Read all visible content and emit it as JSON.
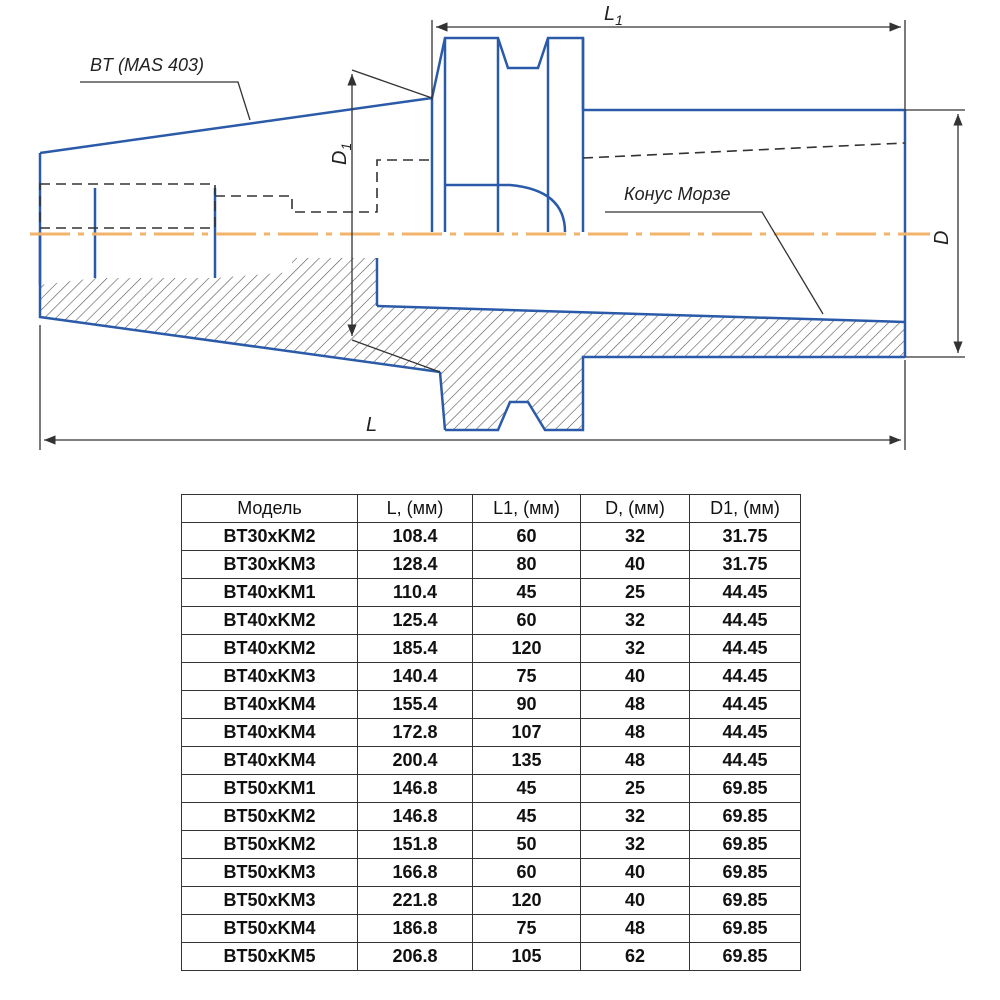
{
  "drawing": {
    "labels": {
      "bt": "BT (MAS 403)",
      "morse": "Конус Морзе",
      "l1": "L",
      "l1_sub": "1",
      "d1": "D",
      "d1_sub": "1",
      "d": "D",
      "l": "L"
    },
    "colors": {
      "outline": "#2a5aa8",
      "axis": "#f2b36b",
      "dim": "#333333"
    }
  },
  "table": {
    "headers": [
      "Модель",
      "L, (мм)",
      "L1, (мм)",
      "D, (мм)",
      "D1, (мм)"
    ],
    "rows": [
      [
        "BT30xKM2",
        "108.4",
        "60",
        "32",
        "31.75"
      ],
      [
        "BT30xKM3",
        "128.4",
        "80",
        "40",
        "31.75"
      ],
      [
        "BT40xKM1",
        "110.4",
        "45",
        "25",
        "44.45"
      ],
      [
        "BT40xKM2",
        "125.4",
        "60",
        "32",
        "44.45"
      ],
      [
        "BT40xKM2",
        "185.4",
        "120",
        "32",
        "44.45"
      ],
      [
        "BT40xKM3",
        "140.4",
        "75",
        "40",
        "44.45"
      ],
      [
        "BT40xKM4",
        "155.4",
        "90",
        "48",
        "44.45"
      ],
      [
        "BT40xKM4",
        "172.8",
        "107",
        "48",
        "44.45"
      ],
      [
        "BT40xKM4",
        "200.4",
        "135",
        "48",
        "44.45"
      ],
      [
        "BT50xKM1",
        "146.8",
        "45",
        "25",
        "69.85"
      ],
      [
        "BT50xKM2",
        "146.8",
        "45",
        "32",
        "69.85"
      ],
      [
        "BT50xKM2",
        "151.8",
        "50",
        "32",
        "69.85"
      ],
      [
        "BT50xKM3",
        "166.8",
        "60",
        "40",
        "69.85"
      ],
      [
        "BT50xKM3",
        "221.8",
        "120",
        "40",
        "69.85"
      ],
      [
        "BT50xKM4",
        "186.8",
        "75",
        "48",
        "69.85"
      ],
      [
        "BT50xKM5",
        "206.8",
        "105",
        "62",
        "69.85"
      ]
    ]
  }
}
